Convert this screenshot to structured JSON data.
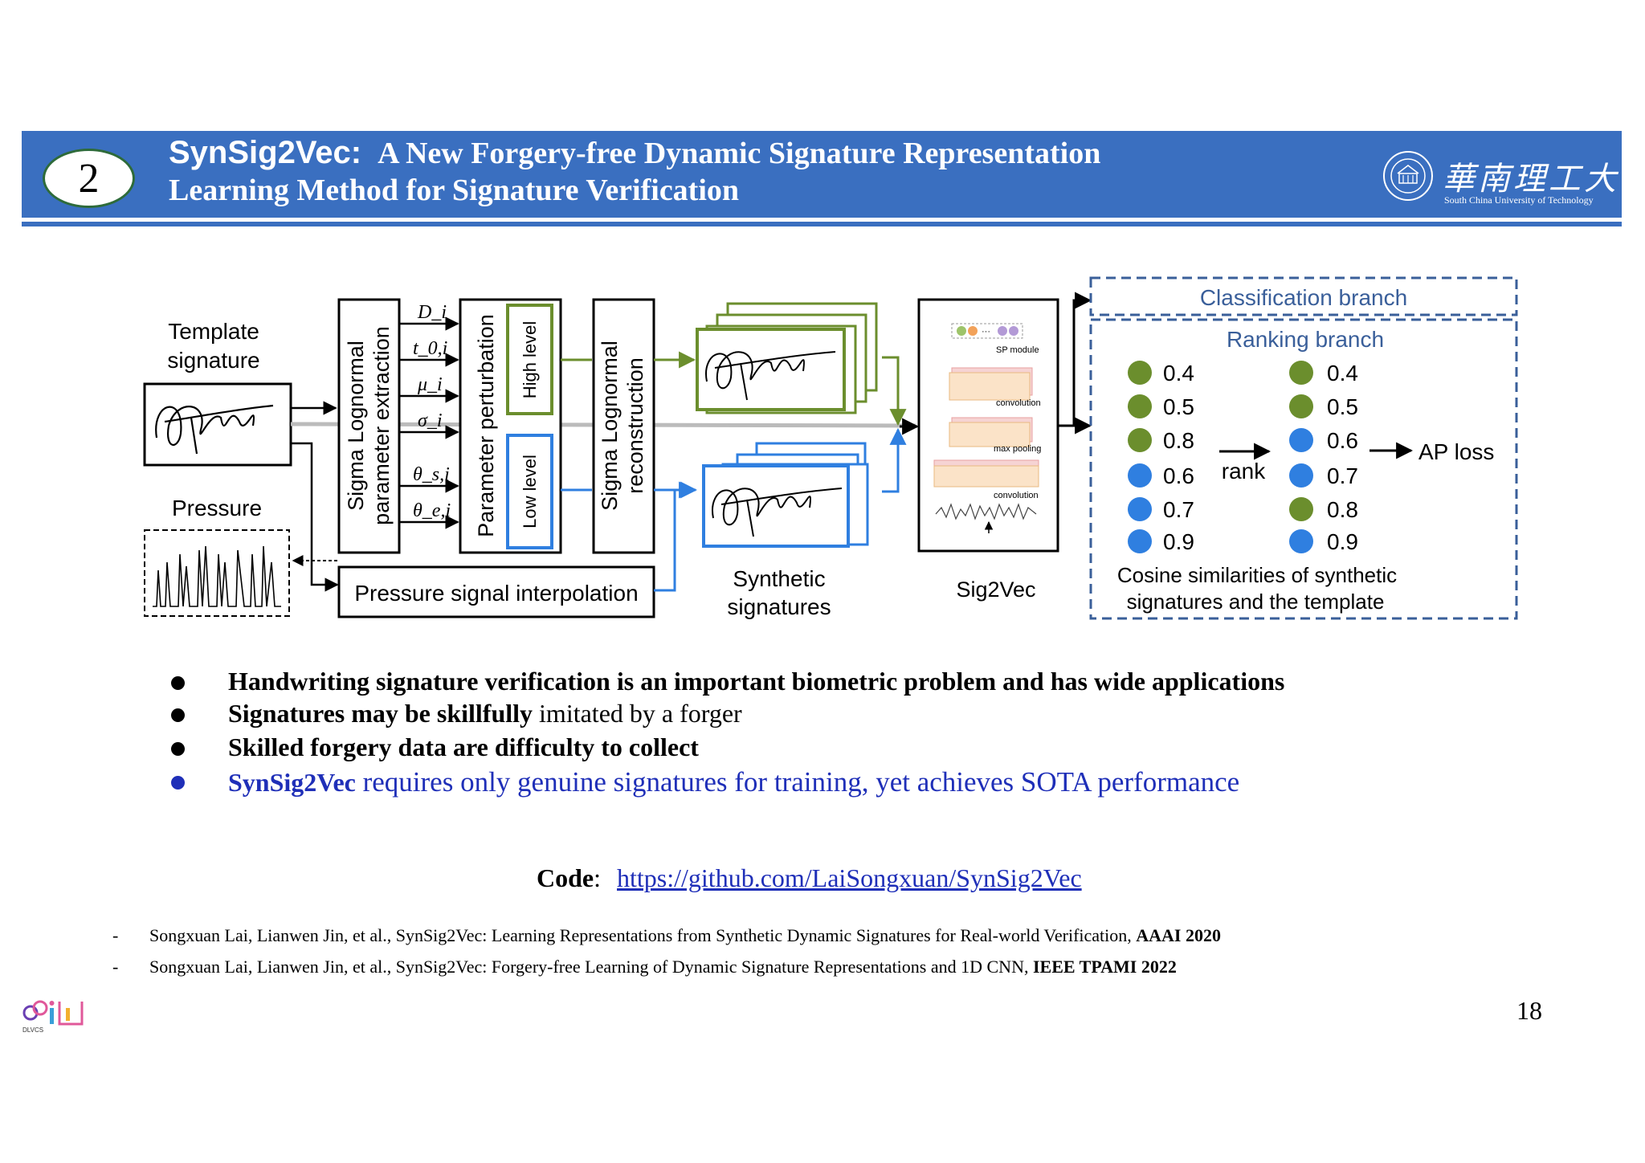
{
  "header": {
    "slide_number": "2",
    "title_app": "SynSig2Vec:",
    "title_rest": "A New Forgery-free Dynamic Signature Representation",
    "title_line2": "Learning Method for Signature Verification",
    "university_cn": "華南理工大學",
    "university_en": "South China University of Technology"
  },
  "diagram": {
    "template_label": [
      "Template",
      "signature"
    ],
    "pressure_label": "Pressure",
    "extraction_label": [
      "Sigma Lognormal",
      "parameter extraction"
    ],
    "params": [
      "D_i",
      "t_0,i",
      "μ_i",
      "σ_i",
      "θ_s,i",
      "θ_e,i"
    ],
    "perturbation_label": "Parameter perturbation",
    "high_level_label": "High level",
    "low_level_label": "Low level",
    "reconstruction_label": [
      "Sigma Lognormal",
      "reconstruction"
    ],
    "pressure_interp_label": "Pressure signal interpolation",
    "synthetic_label": [
      "Synthetic",
      "signatures"
    ],
    "sig2vec_label": "Sig2Vec",
    "sig2vec_layers": [
      "SP module",
      "convolution",
      "max pooling",
      "convolution"
    ],
    "classification_label": "Classification branch",
    "ranking_label": "Ranking branch",
    "left_scores": [
      {
        "value": "0.4",
        "color": "#6b8e2d"
      },
      {
        "value": "0.5",
        "color": "#6b8e2d"
      },
      {
        "value": "0.8",
        "color": "#6b8e2d"
      },
      {
        "value": "0.6",
        "color": "#2f7fe0"
      },
      {
        "value": "0.7",
        "color": "#2f7fe0"
      },
      {
        "value": "0.9",
        "color": "#2f7fe0"
      }
    ],
    "right_scores": [
      {
        "value": "0.4",
        "color": "#6b8e2d"
      },
      {
        "value": "0.5",
        "color": "#6b8e2d"
      },
      {
        "value": "0.6",
        "color": "#2f7fe0"
      },
      {
        "value": "0.7",
        "color": "#2f7fe0"
      },
      {
        "value": "0.8",
        "color": "#6b8e2d"
      },
      {
        "value": "0.9",
        "color": "#2f7fe0"
      }
    ],
    "rank_label": "rank",
    "ap_loss_label": "AP loss",
    "cosine_label": [
      "Cosine similarities of synthetic",
      "signatures and the template"
    ]
  },
  "bullets": [
    {
      "bold": "Handwriting signature verification is an important biometric problem and has wide applications",
      "normal": ""
    },
    {
      "bold": "Signatures may be skillfully",
      "normal": " imitated by a forger"
    },
    {
      "bold": "Skilled forgery data are difficulty to collect",
      "normal": ""
    },
    {
      "bold": "SynSig2Vec",
      "normal": " requires only genuine signatures for training, yet achieves SOTA performance"
    }
  ],
  "code": {
    "label": "Code",
    "sep": ":",
    "url": "https://github.com/LaiSongxuan/SynSig2Vec"
  },
  "references": [
    {
      "dash": "-",
      "text": "Songxuan Lai, Lianwen Jin, et al., SynSig2Vec: Learning Representations from Synthetic Dynamic Signatures for Real-world Verification, ",
      "venue": "AAAI 2020"
    },
    {
      "dash": "-",
      "text": "Songxuan Lai, Lianwen Jin, et al., SynSig2Vec: Forgery-free Learning of Dynamic Signature Representations and 1D CNN,  ",
      "venue": "IEEE TPAMI 2022"
    }
  ],
  "page_number": "18",
  "lab_logo_text": "DLVCS",
  "colors": {
    "header_blue": "#3a6fc0",
    "green": "#6b8e2d",
    "blue": "#2f7fe0",
    "dash_blue": "#3a5f9a",
    "bullet_blue": "#1f2fb8"
  }
}
